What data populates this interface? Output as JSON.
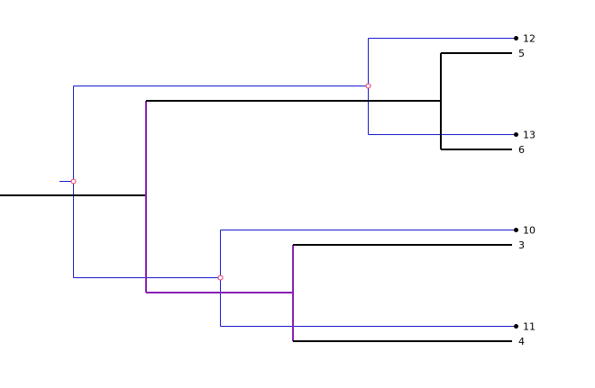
{
  "diagram": {
    "type": "tanglegram",
    "description_colors": {
      "tree_a": "#1a1acc",
      "tree_b": "#000000",
      "tree_b_highlight": "#8a1fb5",
      "node_marker": "#e0306a",
      "leaf_dot": "#000000",
      "background": "#ffffff"
    },
    "leaves": [
      {
        "id": "12",
        "tree": "a",
        "dot": true
      },
      {
        "id": "5",
        "tree": "b",
        "dot": false
      },
      {
        "id": "13",
        "tree": "a",
        "dot": true
      },
      {
        "id": "6",
        "tree": "b",
        "dot": false
      },
      {
        "id": "10",
        "tree": "a",
        "dot": true
      },
      {
        "id": "3",
        "tree": "b",
        "dot": false
      },
      {
        "id": "11",
        "tree": "a",
        "dot": true
      },
      {
        "id": "4",
        "tree": "b",
        "dot": false
      }
    ]
  }
}
